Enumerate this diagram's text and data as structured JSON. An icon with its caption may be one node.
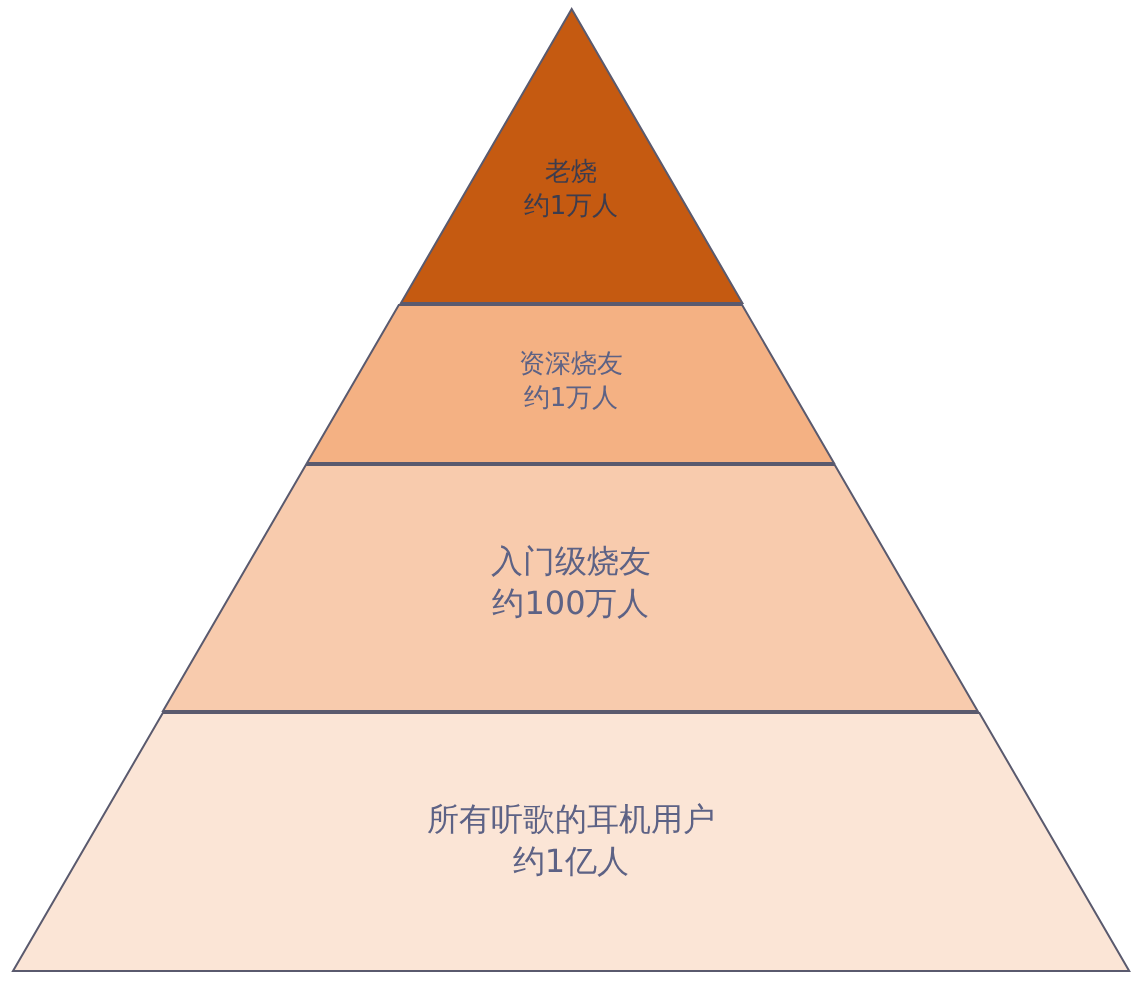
{
  "diagram": {
    "nodes": [
      {
        "text": [
          "老烧",
          "约1万人"
        ]
      },
      {
        "text": [
          "资深烧友",
          "约1万人"
        ]
      },
      {
        "text": [
          "入门级烧友",
          "约100万人"
        ]
      },
      {
        "text": [
          "所有听歌的耳机用户",
          "约1亿人"
        ]
      }
    ]
  }
}
